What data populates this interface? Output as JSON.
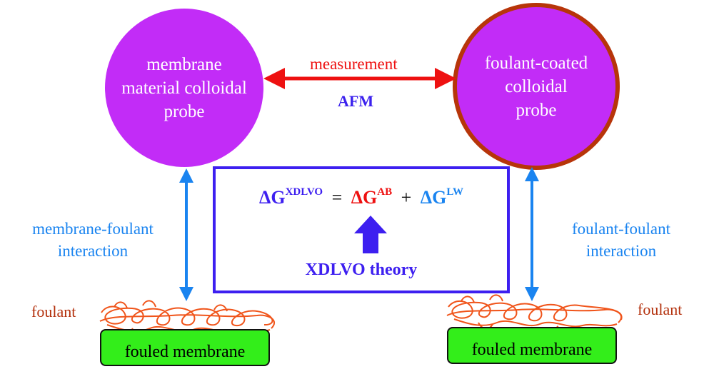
{
  "probes": {
    "left": {
      "label": "membrane\nmaterial colloidal\nprobe",
      "fill_color": "#c22cf7"
    },
    "right": {
      "label": "foulant-coated\ncolloidal\nprobe",
      "fill_color": "#c22cf7",
      "coating_color": "#b7350a"
    }
  },
  "measurement": {
    "label": "measurement",
    "method": "AFM",
    "arrow_color": "#ee1111"
  },
  "interactions": {
    "left": "membrane-foulant\ninteraction",
    "right": "foulant-foulant\ninteraction",
    "arrow_color": "#1a84f0"
  },
  "theory_box": {
    "equation": {
      "lhs": {
        "symbol": "ΔG",
        "superscript": "XDLVO"
      },
      "equals": "=",
      "term1": {
        "symbol": "ΔG",
        "superscript": "AB"
      },
      "plus": "+",
      "term2": {
        "symbol": "ΔG",
        "superscript": "LW"
      }
    },
    "label": "XDLVO theory",
    "border_color": "#3d1ff0"
  },
  "foulant": {
    "left_label": "foulant",
    "right_label": "foulant",
    "color": "#f0541a"
  },
  "membranes": {
    "left_label": "fouled membrane",
    "right_label": "fouled membrane",
    "fill_color": "#33ee1a"
  }
}
